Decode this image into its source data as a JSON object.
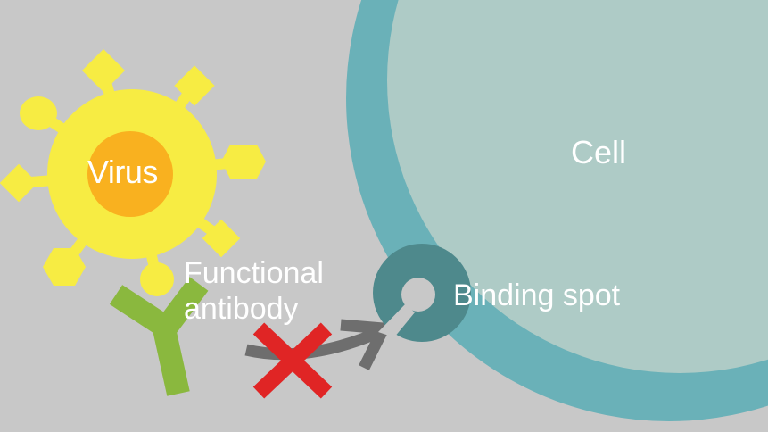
{
  "diagram": {
    "background": "#c8c8c8",
    "labels": {
      "virus": "Virus",
      "cell": "Cell",
      "functional_antibody_line1": "Functional",
      "functional_antibody_line2": "antibody",
      "binding_spot": "Binding spot"
    },
    "colors": {
      "virus_body": "#f7ec43",
      "virus_core": "#f9b11f",
      "cell_membrane": "#6ab1b8",
      "cell_interior": "#aecbc6",
      "binding_spot": "#4e898c",
      "antibody": "#8ab83e",
      "arrow": "#6e6e6e",
      "blocked_x": "#e02525",
      "text": "#ffffff"
    },
    "elements": [
      {
        "id": "virus",
        "shape": "circle with spikes",
        "label": "Virus"
      },
      {
        "id": "cell",
        "shape": "large circle",
        "label": "Cell"
      },
      {
        "id": "antibody",
        "shape": "Y",
        "label": "Functional antibody"
      },
      {
        "id": "binding-spot",
        "shape": "open ring",
        "label": "Binding spot"
      },
      {
        "id": "arrow",
        "from": "antibody",
        "to": "binding-spot",
        "blocked": true
      }
    ]
  }
}
